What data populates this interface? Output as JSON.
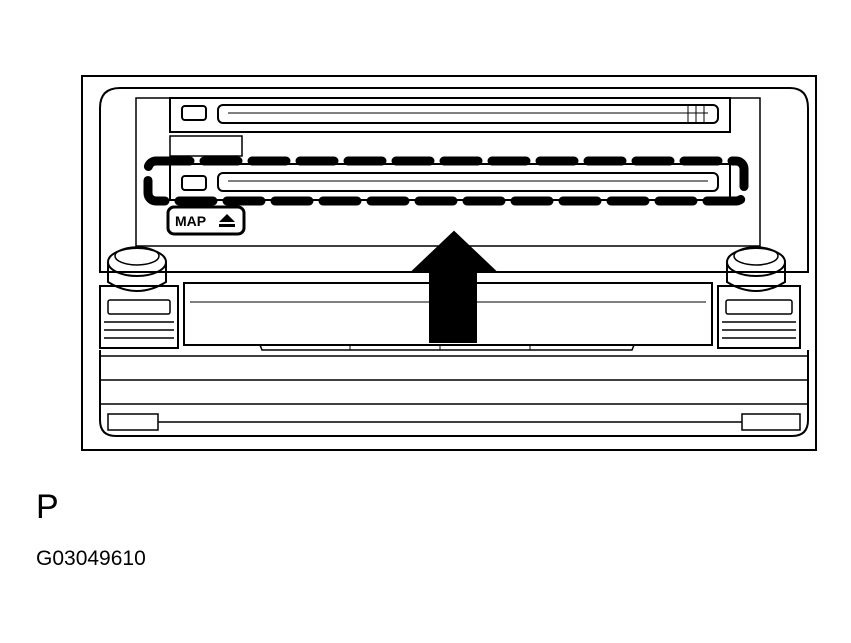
{
  "diagram": {
    "slot_button_label": "MAP",
    "view_label": "P",
    "figure_id": "G03049610",
    "arrow_direction": "up",
    "highlight_style": "dashed",
    "colors": {
      "line": "#000000",
      "background": "#ffffff"
    }
  }
}
